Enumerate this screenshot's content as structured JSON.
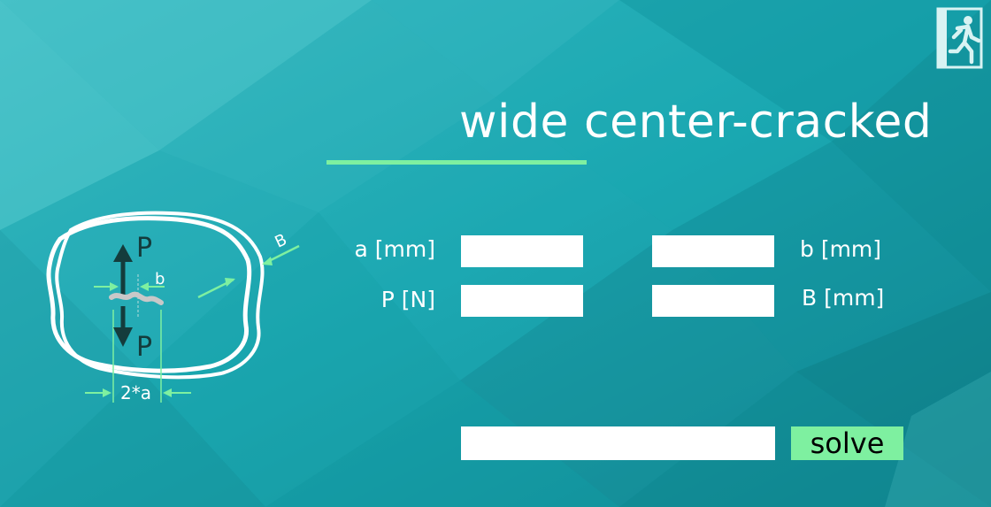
{
  "title": "wide center-cracked",
  "colors": {
    "accent": "#7ef0a0",
    "background": "#1ba3ad",
    "text": "#ffffff",
    "dark_arrow": "#143c3c"
  },
  "exit_button": {
    "icon": "exit-door-running-man-icon"
  },
  "inputs": {
    "a": {
      "label": "a [mm]",
      "value": ""
    },
    "b": {
      "label": "b [mm]",
      "value": ""
    },
    "P": {
      "label": "P [N]",
      "value": ""
    },
    "B": {
      "label": "B [mm]",
      "value": ""
    }
  },
  "result": {
    "value": ""
  },
  "solve_label": "solve",
  "diagram": {
    "label_P_top": "P",
    "label_P_bottom": "P",
    "label_b": "b",
    "label_B": "B",
    "label_2a": "2*a"
  }
}
